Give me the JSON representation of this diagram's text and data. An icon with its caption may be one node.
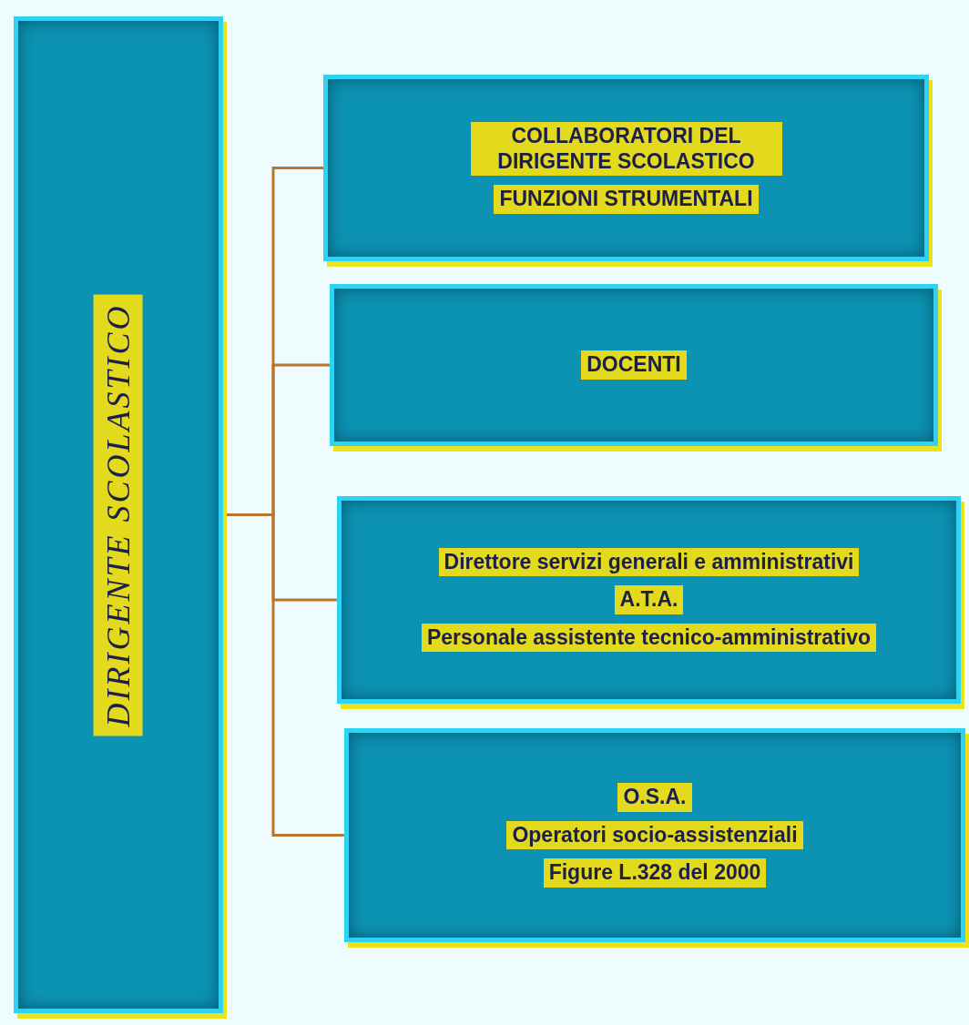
{
  "diagram": {
    "nodes": [
      {
        "text": [
          "DIRIGENTE SCOLASTICO"
        ]
      },
      {
        "text": [
          "COLLABORATORI DEL DIRIGENTE SCOLASTICO",
          "FUNZIONI STRUMENTALI"
        ]
      },
      {
        "text": [
          "DOCENTI"
        ]
      },
      {
        "text": [
          "Direttore servizi generali e amministrativi",
          "A.T.A.",
          "Personale assistente tecnico-amministrativo"
        ]
      },
      {
        "text": [
          "O.S.A.",
          "Operatori socio-assistenziali",
          "Figure L.328 del 2000"
        ]
      }
    ],
    "edges": [
      {
        "from": 0,
        "to": 1,
        "arrow": "none"
      },
      {
        "from": 0,
        "to": 2,
        "arrow": "none"
      },
      {
        "from": 0,
        "to": 3,
        "arrow": "none"
      },
      {
        "from": 0,
        "to": 4,
        "arrow": "none"
      }
    ]
  }
}
